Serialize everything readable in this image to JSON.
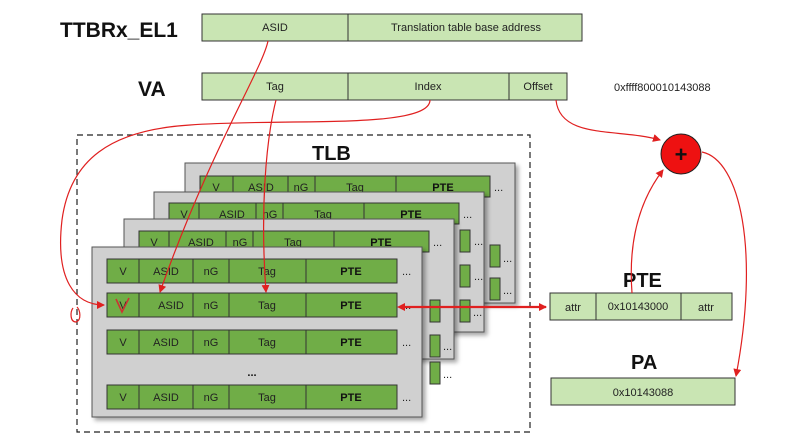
{
  "labels": {
    "ttbr": "TTBRx_EL1",
    "va": "VA",
    "tlb": "TLB",
    "pte": "PTE",
    "pa": "PA"
  },
  "ttbr_fields": [
    "ASID",
    "Translation table base address"
  ],
  "va_fields": [
    "Tag",
    "Index",
    "Offset"
  ],
  "va_value": "0xffff800010143088",
  "tlb_row_fields": [
    "V",
    "ASID",
    "nG",
    "Tag",
    "PTE"
  ],
  "back_row_fields": [
    "V",
    "ASID",
    "nG",
    "Tag",
    "PTE"
  ],
  "ellipsis": "...",
  "vertical_ellipsis": "...",
  "pte_fields": [
    "attr",
    "0x10143000",
    "attr"
  ],
  "pa_value": "0x10143088",
  "adder_symbol": "+",
  "colors": {
    "light_green": "#c9e5b3",
    "dark_green": "#70ad47",
    "table_gray": "#d0d0d0",
    "arrow_red": "#e02020",
    "adder_red": "#ee1111"
  }
}
